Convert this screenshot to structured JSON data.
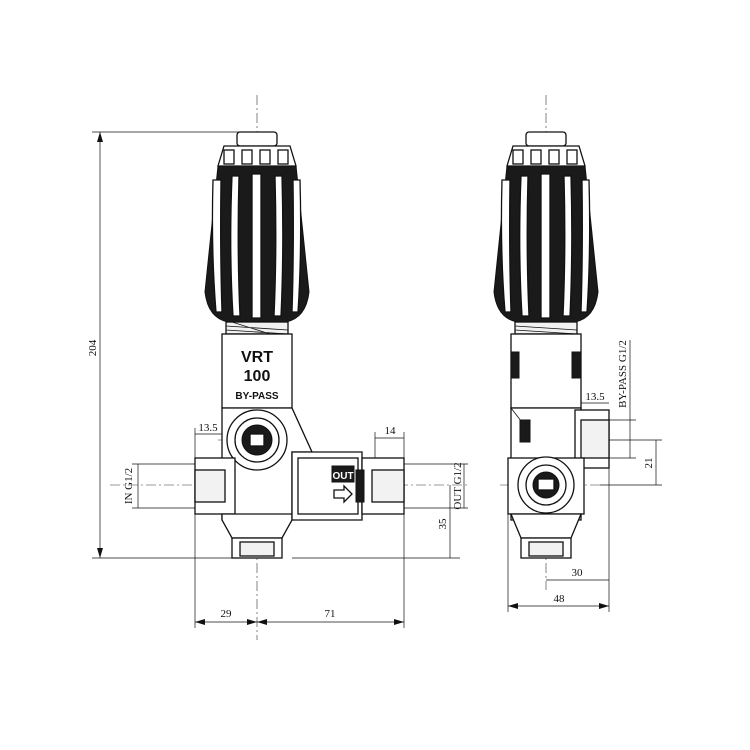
{
  "labels": {
    "vrt": "VRT",
    "model": "100",
    "bypass": "BY-PASS",
    "out_tag": "OUT"
  },
  "ports": {
    "in": "IN G1/2",
    "out": "OUT G1/2",
    "bypass": "BY-PASS G1/2"
  },
  "dimensions": {
    "height_total": "204",
    "in_left_offset": "13.5",
    "out_right_offset": "14",
    "outlet_height": "35",
    "left_width": "29",
    "right_length": "71",
    "side_bypass_offset": "13.5",
    "side_bypass_height": "21",
    "side_half_width": "30",
    "side_total_width": "48"
  },
  "colors": {
    "line": "#111111",
    "background": "#ffffff"
  }
}
